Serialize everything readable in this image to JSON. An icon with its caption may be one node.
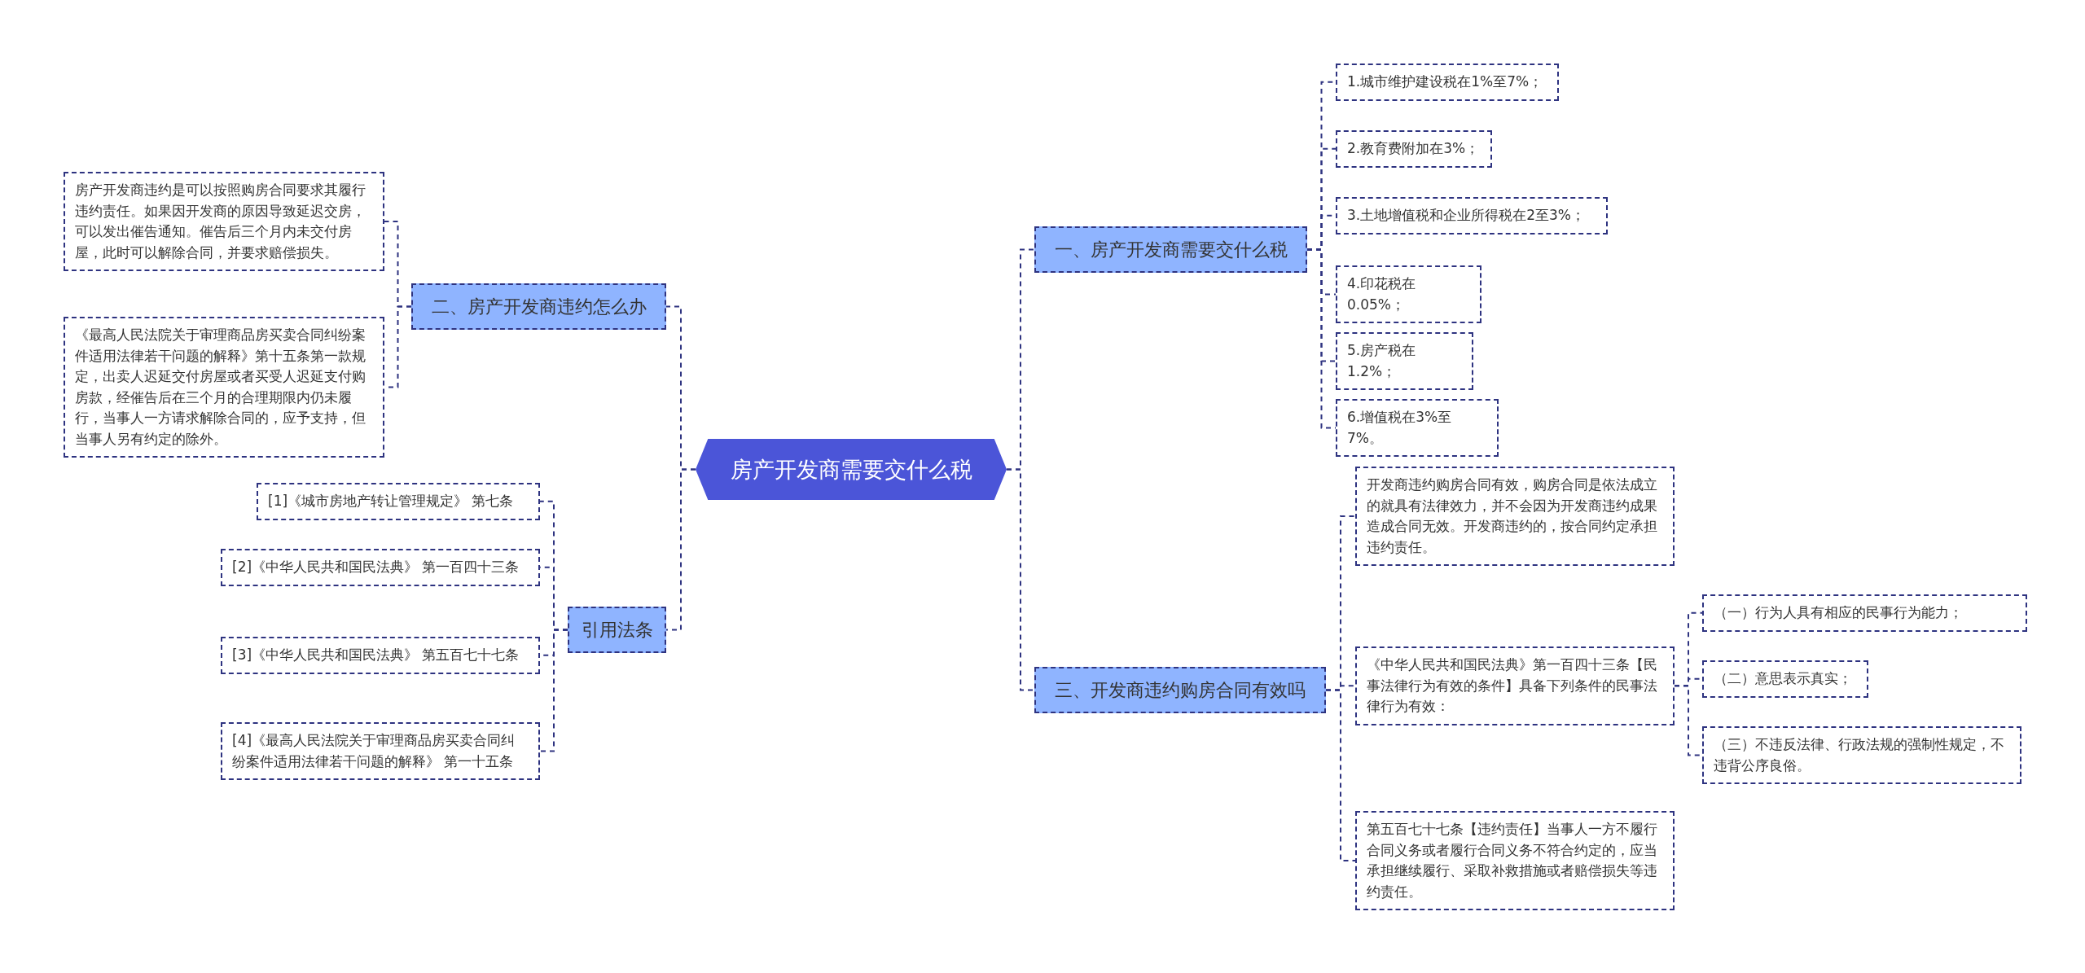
{
  "diagram": {
    "nodes": [
      {
        "text": [
          "房产开发商需要交什么税"
        ]
      },
      {
        "text": [
          "一、房产开发商需要交什么税"
        ]
      },
      {
        "text": [
          "1.城市维护建设税在1%至7%；"
        ]
      },
      {
        "text": [
          "2.教育费附加在3%；"
        ]
      },
      {
        "text": [
          "3.土地增值税和企业所得税在2至3%；"
        ]
      },
      {
        "text": [
          "4.印花税在0.05%；"
        ]
      },
      {
        "text": [
          "5.房产税在1.2%；"
        ]
      },
      {
        "text": [
          "6.增值税在3%至7%。"
        ]
      },
      {
        "text": [
          "三、开发商违约购房合同有效吗"
        ]
      },
      {
        "text": [
          "开发商违约购房合同有效，购房合同是依法成立的就具有法律效力，并不会因为开发商违约成果造成合同无效。开发商违约的，按合同约定承担违约责任。"
        ]
      },
      {
        "text": [
          "《中华人民共和国民法典》第一百四十三条【民事法律行为有效的条件】具备下列条件的民事法律行为有效："
        ]
      },
      {
        "text": [
          "（一）行为人具有相应的民事行为能力；"
        ]
      },
      {
        "text": [
          "（二）意思表示真实；"
        ]
      },
      {
        "text": [
          "（三）不违反法律、行政法规的强制性规定，不违背公序良俗。"
        ]
      },
      {
        "text": [
          "第五百七十七条【违约责任】当事人一方不履行合同义务或者履行合同义务不符合约定的，应当承担继续履行、采取补救措施或者赔偿损失等违约责任。"
        ]
      },
      {
        "text": [
          "二、房产开发商违约怎么办"
        ]
      },
      {
        "text": [
          "房产开发商违约是可以按照购房合同要求其履行违约责任。如果因开发商的原因导致延迟交房，可以发出催告通知。催告后三个月内未交付房屋，此时可以解除合同，并要求赔偿损失。"
        ]
      },
      {
        "text": [
          "《最高人民法院关于审理商品房买卖合同纠纷案件适用法律若干问题的解释》第十五条第一款规定，出卖人迟延交付房屋或者买受人迟延支付购房款，经催告后在三个月的合理期限内仍未履行，当事人一方请求解除合同的，应予支持，但当事人另有约定的除外。"
        ]
      },
      {
        "text": [
          "引用法条"
        ]
      },
      {
        "text": [
          "[1]《城市房地产转让管理规定》 第七条"
        ]
      },
      {
        "text": [
          "[2]《中华人民共和国民法典》 第一百四十三条"
        ]
      },
      {
        "text": [
          "[3]《中华人民共和国民法典》 第五百七十七条"
        ]
      },
      {
        "text": [
          "[4]《最高人民法院关于审理商品房买卖合同纠纷案件适用法律若干问题的解释》 第一十五条"
        ]
      }
    ],
    "edges": [
      {
        "from": 0,
        "to": 1,
        "arrow": "none"
      },
      {
        "from": 1,
        "to": 2,
        "arrow": "none"
      },
      {
        "from": 1,
        "to": 3,
        "arrow": "none"
      },
      {
        "from": 1,
        "to": 4,
        "arrow": "none"
      },
      {
        "from": 1,
        "to": 5,
        "arrow": "none"
      },
      {
        "from": 1,
        "to": 6,
        "arrow": "none"
      },
      {
        "from": 1,
        "to": 7,
        "arrow": "none"
      },
      {
        "from": 0,
        "to": 8,
        "arrow": "none"
      },
      {
        "from": 8,
        "to": 9,
        "arrow": "none"
      },
      {
        "from": 8,
        "to": 10,
        "arrow": "none"
      },
      {
        "from": 10,
        "to": 11,
        "arrow": "none"
      },
      {
        "from": 10,
        "to": 12,
        "arrow": "none"
      },
      {
        "from": 10,
        "to": 13,
        "arrow": "none"
      },
      {
        "from": 8,
        "to": 14,
        "arrow": "none"
      },
      {
        "from": 0,
        "to": 15,
        "arrow": "none"
      },
      {
        "from": 15,
        "to": 16,
        "arrow": "none"
      },
      {
        "from": 15,
        "to": 17,
        "arrow": "none"
      },
      {
        "from": 0,
        "to": 18,
        "arrow": "none"
      },
      {
        "from": 18,
        "to": 19,
        "arrow": "none"
      },
      {
        "from": 18,
        "to": 20,
        "arrow": "none"
      },
      {
        "from": 18,
        "to": 21,
        "arrow": "none"
      },
      {
        "from": 18,
        "to": 22,
        "arrow": "none"
      }
    ]
  }
}
